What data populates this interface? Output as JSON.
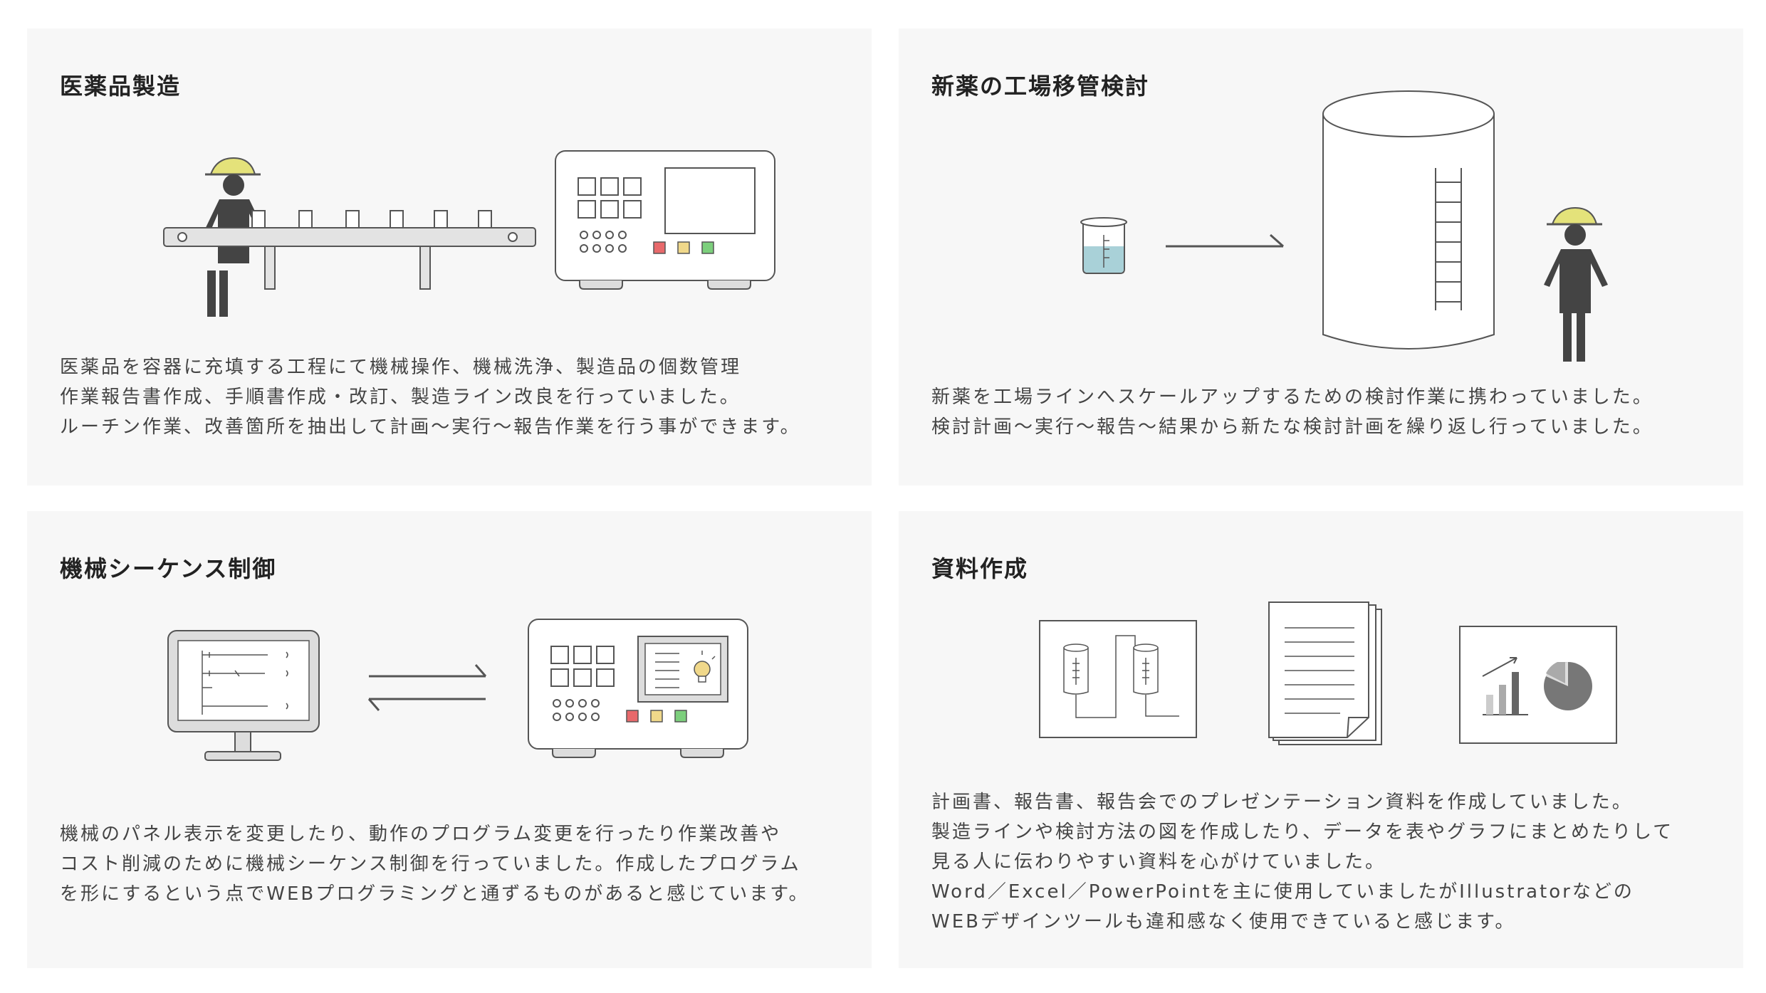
{
  "colors": {
    "card_bg": "#f7f7f7",
    "line": "#555555",
    "figure": "#444444",
    "helmet": "#e4e27a",
    "liquid": "#a9d1d8",
    "red": "#e8696b",
    "yellow": "#f0d88a",
    "green": "#7ccf7c"
  },
  "cards": [
    {
      "title": "医薬品製造",
      "illustration": "conveyor-machine-illustration",
      "lines": [
        "医薬品を容器に充填する工程にて機械操作、機械洗浄、製造品の個数管理",
        "作業報告書作成、手順書作成・改訂、製造ライン改良を行っていました。",
        "ルーチン作業、改善箇所を抽出して計画〜実行〜報告作業を行う事ができます。"
      ]
    },
    {
      "title": "新薬の工場移管検討",
      "illustration": "scale-up-tank-illustration",
      "lines": [
        "新薬を工場ラインへスケールアップするための検討作業に携わっていました。",
        "検討計画〜実行〜報告〜結果から新たな検討計画を繰り返し行っていました。"
      ]
    },
    {
      "title": "機械シーケンス制御",
      "illustration": "sequence-control-illustration",
      "lines": [
        "機械のパネル表示を変更したり、動作のプログラム変更を行ったり作業改善や",
        "コスト削減のために機械シーケンス制御を行っていました。作成したプログラム",
        "を形にするという点でWEBプログラミングと通ずるものがあると感じています。"
      ]
    },
    {
      "title": "資料作成",
      "illustration": "documents-illustration",
      "lines": [
        "計画書、報告書、報告会でのプレゼンテーション資料を作成していました。",
        "製造ラインや検討方法の図を作成したり、データを表やグラフにまとめたりして",
        "見る人に伝わりやすい資料を心がけていました。",
        "Word／Excel／PowerPointを主に使用していましたがIllustratorなどの",
        "WEBデザインツールも違和感なく使用できていると感じます。"
      ]
    }
  ]
}
